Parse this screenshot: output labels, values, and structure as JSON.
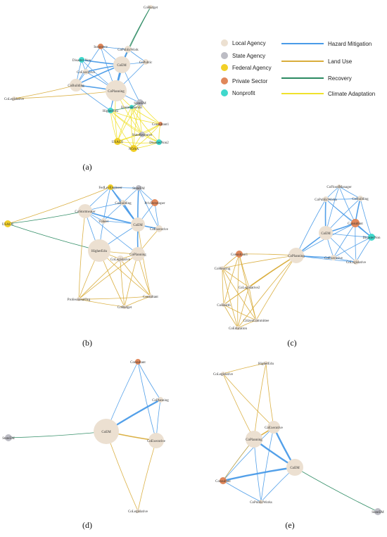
{
  "colors": {
    "local": "#ece0d1",
    "state": "#bcbcc4",
    "federal": "#f2d027",
    "private": "#e0875a",
    "nonprofit": "#3fd8cc",
    "hazard": "#4a9be8",
    "landuse": "#d9ad3c",
    "recovery": "#2b8a62",
    "climate": "#f0e22c"
  },
  "legend": {
    "nodes": [
      {
        "label": "Local Agency",
        "color": "#ece0d1"
      },
      {
        "label": "State Agency",
        "color": "#bcbcc4"
      },
      {
        "label": "Federal Agency",
        "color": "#f2d027"
      },
      {
        "label": "Private Sector",
        "color": "#e0875a"
      },
      {
        "label": "Nonprofit",
        "color": "#3fd8cc"
      }
    ],
    "edges": [
      {
        "label": "Hazard Mitigation",
        "color": "#4a9be8"
      },
      {
        "label": "Land Use",
        "color": "#d9ad3c"
      },
      {
        "label": "Recovery",
        "color": "#2b8a62"
      },
      {
        "label": "Climate Adaptation",
        "color": "#f0e22c"
      }
    ]
  },
  "panels": [
    {
      "id": "a",
      "label": "(a)",
      "nodes": [
        {
          "id": "CoBudget",
          "type": "local",
          "size": 3
        },
        {
          "id": "Insurance",
          "type": "private",
          "size": 4
        },
        {
          "id": "CoPublicWork",
          "type": "local",
          "size": 5
        },
        {
          "id": "Disaster Non",
          "type": "nonprofit",
          "size": 4
        },
        {
          "id": "CoEM",
          "type": "local",
          "size": 12
        },
        {
          "id": "CoPublic",
          "type": "local",
          "size": 4
        },
        {
          "id": "CoExecutive",
          "type": "local",
          "size": 4
        },
        {
          "id": "CoBuilding",
          "type": "local",
          "size": 9
        },
        {
          "id": "CoPlanning",
          "type": "local",
          "size": 15
        },
        {
          "id": "StateEM",
          "type": "state",
          "size": 5
        },
        {
          "id": "HigherEdu",
          "type": "nonprofit",
          "size": 4
        },
        {
          "id": "Environmental",
          "type": "nonprofit",
          "size": 3
        },
        {
          "id": "CoLegislative",
          "type": "local",
          "size": 3
        },
        {
          "id": "Consultant1",
          "type": "private",
          "size": 3
        },
        {
          "id": "StateResource",
          "type": "state",
          "size": 4
        },
        {
          "id": "USACE",
          "type": "federal",
          "size": 5
        },
        {
          "id": "DisasterNon2",
          "type": "nonprofit",
          "size": 4
        },
        {
          "id": "NOAA",
          "type": "federal",
          "size": 5
        }
      ]
    },
    {
      "id": "b",
      "label": "(b)",
      "nodes": [
        {
          "id": "FedLevEngineer",
          "type": "federal",
          "size": 4
        },
        {
          "id": "StateEM",
          "type": "state",
          "size": 4
        },
        {
          "id": "CoBuilding",
          "type": "local",
          "size": 4
        },
        {
          "id": "PrivDeveloper",
          "type": "private",
          "size": 5
        },
        {
          "id": "CoStormwater",
          "type": "local",
          "size": 10
        },
        {
          "id": "CoEM",
          "type": "local",
          "size": 10
        },
        {
          "id": "Yoheel",
          "type": "local",
          "size": 4
        },
        {
          "id": "CoExecutive",
          "type": "local",
          "size": 5
        },
        {
          "id": "USACE",
          "type": "federal",
          "size": 5
        },
        {
          "id": "HigherEdu",
          "type": "local",
          "size": 16
        },
        {
          "id": "CoPlanning",
          "type": "local",
          "size": 10
        },
        {
          "id": "CoLegislative",
          "type": "local",
          "size": 5
        },
        {
          "id": "ProfessionalOrg",
          "type": "local",
          "size": 3
        },
        {
          "id": "Consultant",
          "type": "local",
          "size": 3
        },
        {
          "id": "CoBudget",
          "type": "local",
          "size": 3
        }
      ]
    },
    {
      "id": "c",
      "label": "(c)",
      "nodes": [
        {
          "id": "CoFloodManager",
          "type": "local",
          "size": 3
        },
        {
          "id": "CoPublicWorks",
          "type": "local",
          "size": 4
        },
        {
          "id": "CoBuilding",
          "type": "local",
          "size": 4
        },
        {
          "id": "CoEM",
          "type": "local",
          "size": 10
        },
        {
          "id": "Consultant",
          "type": "private",
          "size": 6
        },
        {
          "id": "DisasterNon",
          "type": "nonprofit",
          "size": 5
        },
        {
          "id": "CoExecutive",
          "type": "local",
          "size": 4
        },
        {
          "id": "CoLegislative",
          "type": "local",
          "size": 4
        },
        {
          "id": "CoPlanning",
          "type": "local",
          "size": 11
        },
        {
          "id": "Consultant1",
          "type": "private",
          "size": 5
        },
        {
          "id": "CoHousing",
          "type": "local",
          "size": 3
        },
        {
          "id": "CoLegislative2",
          "type": "local",
          "size": 3
        },
        {
          "id": "CoHealth",
          "type": "local",
          "size": 3
        },
        {
          "id": "CitizenCommittee",
          "type": "local",
          "size": 3
        },
        {
          "id": "CoEducation",
          "type": "local",
          "size": 3
        }
      ]
    },
    {
      "id": "d",
      "label": "(d)",
      "nodes": [
        {
          "id": "Consultant",
          "type": "private",
          "size": 4
        },
        {
          "id": "CoPlanning",
          "type": "local",
          "size": 4
        },
        {
          "id": "StateEM",
          "type": "state",
          "size": 5
        },
        {
          "id": "CoEM",
          "type": "local",
          "size": 18
        },
        {
          "id": "CoExecutive",
          "type": "local",
          "size": 11
        },
        {
          "id": "CoLegislative",
          "type": "local",
          "size": 3
        }
      ]
    },
    {
      "id": "e",
      "label": "(e)",
      "nodes": [
        {
          "id": "HigherEdu",
          "type": "local",
          "size": 3
        },
        {
          "id": "CoLegislative",
          "type": "local",
          "size": 3
        },
        {
          "id": "CoExecutive",
          "type": "local",
          "size": 9
        },
        {
          "id": "CoPlanning",
          "type": "local",
          "size": 12
        },
        {
          "id": "CoEM",
          "type": "local",
          "size": 12
        },
        {
          "id": "Consultant",
          "type": "private",
          "size": 5
        },
        {
          "id": "CoPublicWorks",
          "type": "local",
          "size": 3
        },
        {
          "id": "StateEM",
          "type": "state",
          "size": 5
        }
      ]
    }
  ]
}
